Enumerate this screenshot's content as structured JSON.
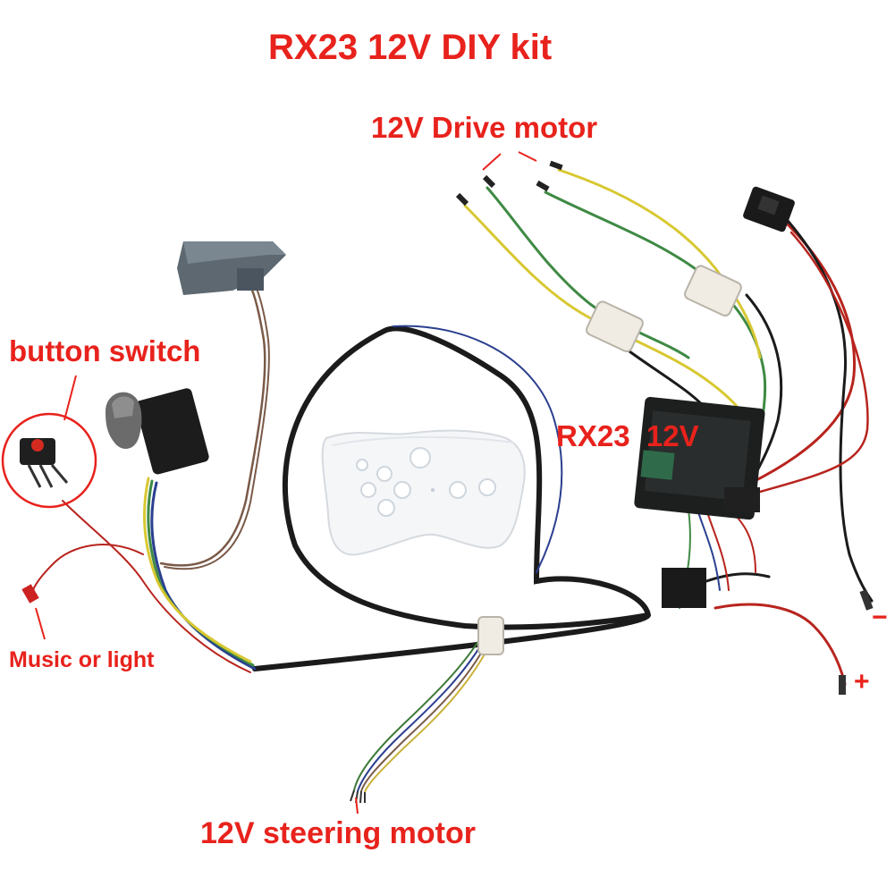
{
  "title": "RX23 12V DIY kit",
  "labels": {
    "drive_motor": "12V Drive motor",
    "button_switch": "button switch",
    "controller": "RX23  12V",
    "music_light": "Music or light",
    "steering_motor": "12V steering motor",
    "minus": "−",
    "plus": "+"
  },
  "colors": {
    "label": "#e8221c",
    "wire_black": "#1b1b1b",
    "wire_yellow": "#d8c832",
    "wire_green": "#3f8a44",
    "wire_red": "#b8241e",
    "wire_blue": "#2a3f8f",
    "wire_brown": "#7a5a48",
    "remote": "#f4f6f8"
  }
}
